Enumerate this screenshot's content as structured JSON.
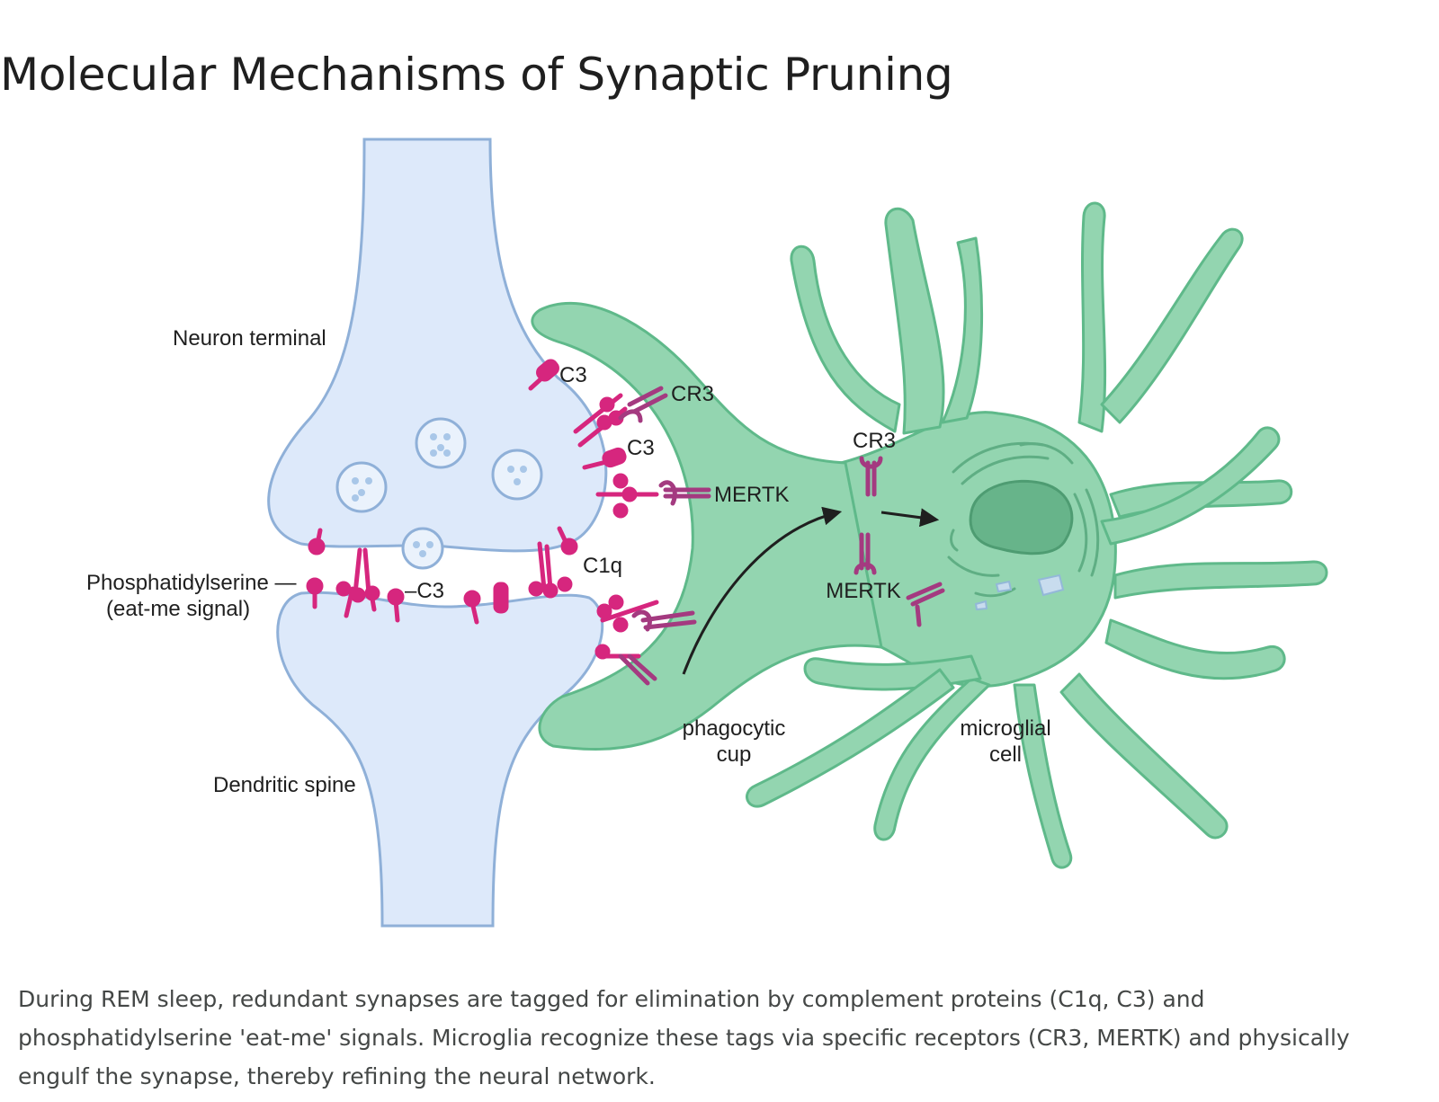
{
  "title": "Molecular Mechanisms of Synaptic Pruning",
  "labels": {
    "neuron_terminal": "Neuron terminal",
    "dendritic_spine": "Dendritic spine",
    "phosphatidylserine": "Phosphatidylserine —",
    "eat_me_signal": "(eat-me signal)",
    "c3_cleft": "–C3",
    "c1q": "C1q",
    "c3_top": "C3",
    "c3_mid": "C3",
    "cr3_top": "CR3",
    "mertk_left": "MERTK",
    "cr3_right": "CR3",
    "mertk_right": "MERTK",
    "phagocytic_cup_1": "phagocytic",
    "phagocytic_cup_2": "cup",
    "microglial_cell_1": "microglial",
    "microglial_cell_2": "cell"
  },
  "caption": "During REM sleep, redundant synapses are tagged for elimination by complement proteins (C1q, C3) and phosphatidylserine 'eat-me' signals. Microglia recognize these tags via specific receptors (CR3, MERTK) and physically engulf the synapse, thereby refining the neural network.",
  "colors": {
    "neuron_fill": "#dde9fa",
    "neuron_stroke": "#8fb0d8",
    "microglia_fill": "#93d5b0",
    "microglia_stroke": "#5fb98a",
    "nucleus": "#67b48a",
    "tag_magenta": "#d6267e",
    "receptor_purple": "#a43a80"
  }
}
